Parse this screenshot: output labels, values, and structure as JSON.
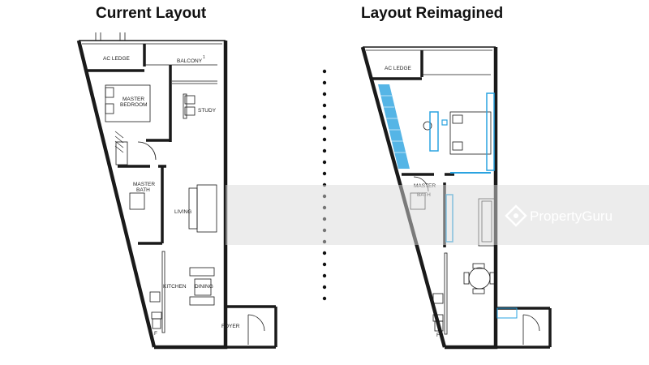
{
  "titles": {
    "left": "Current Layout",
    "right": "Layout Reimagined"
  },
  "left_plan": {
    "rooms": {
      "ac_ledge": "AC LEDGE",
      "balcony": "BALCONY",
      "balcony_mark": "1",
      "master_bedroom_1": "MASTER",
      "master_bedroom_2": "BEDROOM",
      "study": "STUDY",
      "master_bath_1": "MASTER",
      "master_bath_2": "BATH",
      "living": "LIVING",
      "kitchen": "KITCHEN",
      "dining": "DINING",
      "foyer": "FOYER",
      "fridge": "F"
    }
  },
  "right_plan": {
    "rooms": {
      "ac_ledge": "AC LEDGE",
      "master_bath_1": "MASTER",
      "master_bath_2": "BATH",
      "fridge": "F"
    }
  },
  "watermark": {
    "text": "PropertyGuru",
    "icon": "propertyguru-logo-icon"
  },
  "colors": {
    "wall": "#1a1a1a",
    "highlight": "#2aa3e0",
    "band": "#d9d9d9"
  }
}
